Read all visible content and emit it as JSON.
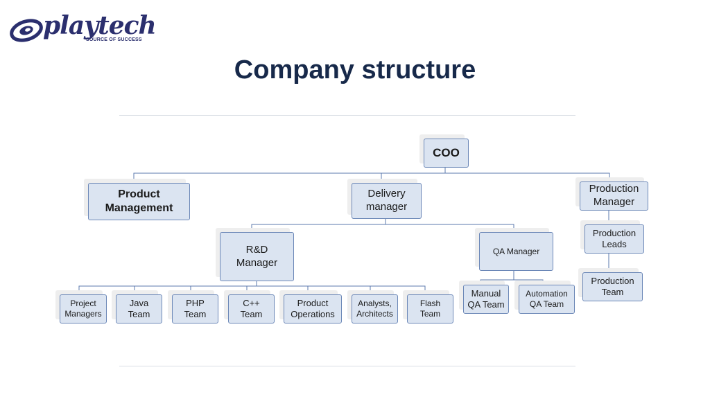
{
  "logo": {
    "wordmark": "playtech",
    "tagline": "SOURCE OF SUCCESS"
  },
  "title": "Company structure",
  "org_chart": {
    "coo": "COO",
    "product_management": "Product\nManagement",
    "delivery_manager": "Delivery\nmanager",
    "production_manager": "Production\nManager",
    "production_leads": "Production\nLeads",
    "production_team": "Production\nTeam",
    "rd_manager": "R&D\nManager",
    "qa_manager": "QA Manager",
    "manual_qa": "Manual\nQA Team",
    "automation_qa": "Automation\nQA Team",
    "project_managers": "Project\nManagers",
    "java_team": "Java\nTeam",
    "php_team": "PHP\nTeam",
    "cpp_team": "C++\nTeam",
    "product_operations": "Product\nOperations",
    "analysts": "Analysts,\nArchitects",
    "flash_team": "Flash\nTeam"
  }
}
